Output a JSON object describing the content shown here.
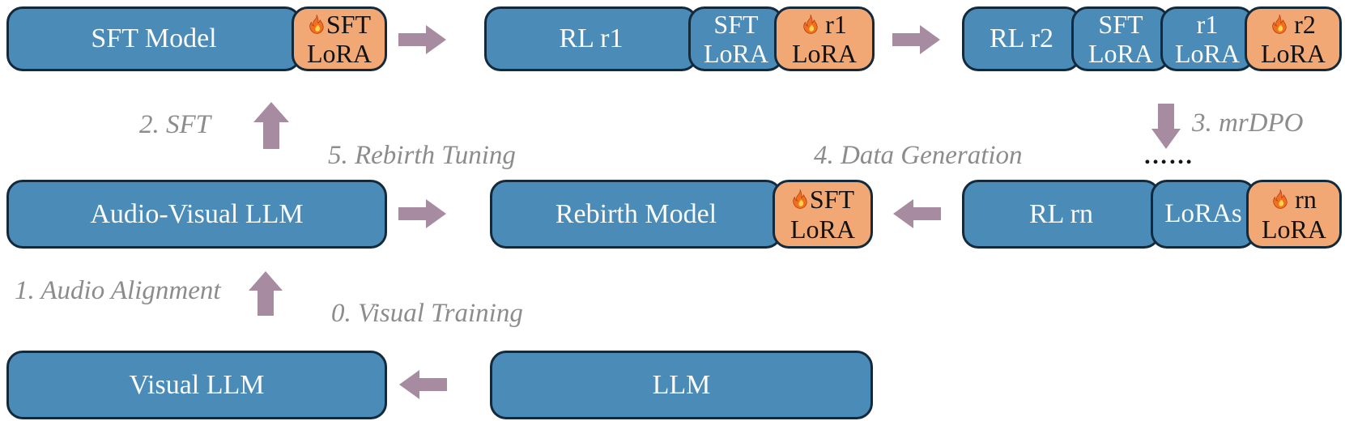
{
  "colors": {
    "box_blue": "#4A8BB8",
    "box_orange": "#F2A875",
    "box_border": "#132A3D",
    "arrow": "#A78CA1",
    "step_label_gray": "#8C8C8C"
  },
  "top_row": {
    "sft_model": {
      "label": "SFT Model",
      "active_lora": {
        "line1": "SFT",
        "line2": "LoRA"
      }
    },
    "rl_r1": {
      "label": "RL r1",
      "frozen_loras": [
        {
          "line1": "SFT",
          "line2": "LoRA"
        }
      ],
      "active_lora": {
        "line1": "r1",
        "line2": "LoRA"
      }
    },
    "rl_r2": {
      "label": "RL r2",
      "frozen_loras": [
        {
          "line1": "SFT",
          "line2": "LoRA"
        },
        {
          "line1": "r1",
          "line2": "LoRA"
        }
      ],
      "active_lora": {
        "line1": "r2",
        "line2": "LoRA"
      }
    }
  },
  "middle_row": {
    "audio_visual_llm": {
      "label": "Audio-Visual LLM"
    },
    "rebirth_model": {
      "label": "Rebirth Model",
      "active_lora": {
        "line1": "SFT",
        "line2": "LoRA"
      }
    },
    "rl_rn": {
      "label": "RL rn",
      "merged_loras_label": "LoRAs",
      "active_lora": {
        "line1": "rn",
        "line2": "LoRA"
      }
    }
  },
  "bottom_row": {
    "visual_llm": {
      "label": "Visual LLM"
    },
    "llm": {
      "label": "LLM"
    }
  },
  "step_labels": {
    "step0": "0. Visual Training",
    "step1": "1. Audio Alignment",
    "step2": "2. SFT",
    "step3": "3. mrDPO",
    "step4": "4. Data Generation",
    "step5": "5. Rebirth Tuning",
    "ellipsis": "……"
  }
}
